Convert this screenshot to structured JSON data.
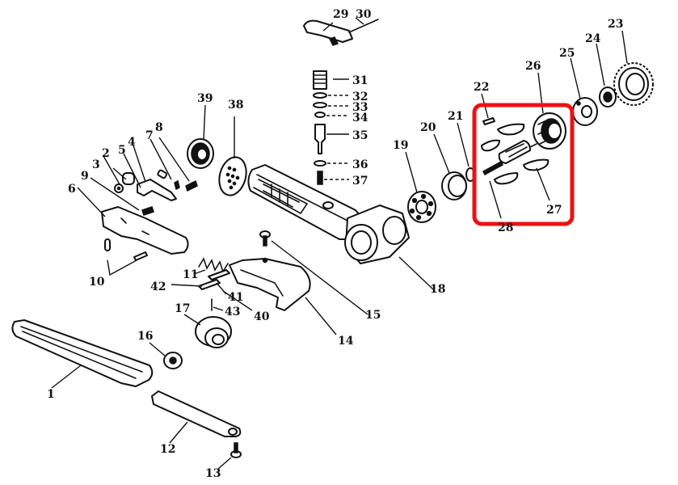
{
  "parts": [
    {
      "id": "p1",
      "label": "1"
    },
    {
      "id": "p2",
      "label": "2"
    },
    {
      "id": "p3",
      "label": "3"
    },
    {
      "id": "p4",
      "label": "4"
    },
    {
      "id": "p5",
      "label": "5"
    },
    {
      "id": "p6",
      "label": "6"
    },
    {
      "id": "p7",
      "label": "7"
    },
    {
      "id": "p8",
      "label": "8"
    },
    {
      "id": "p9",
      "label": "9"
    },
    {
      "id": "p10",
      "label": "10"
    },
    {
      "id": "p11",
      "label": "11"
    },
    {
      "id": "p12",
      "label": "12"
    },
    {
      "id": "p13",
      "label": "13"
    },
    {
      "id": "p14",
      "label": "14"
    },
    {
      "id": "p15",
      "label": "15"
    },
    {
      "id": "p16",
      "label": "16"
    },
    {
      "id": "p17",
      "label": "17"
    },
    {
      "id": "p18",
      "label": "18"
    },
    {
      "id": "p19",
      "label": "19"
    },
    {
      "id": "p20",
      "label": "20"
    },
    {
      "id": "p21",
      "label": "21"
    },
    {
      "id": "p22",
      "label": "22"
    },
    {
      "id": "p23",
      "label": "23"
    },
    {
      "id": "p24",
      "label": "24"
    },
    {
      "id": "p25",
      "label": "25"
    },
    {
      "id": "p26",
      "label": "26"
    },
    {
      "id": "p27",
      "label": "27"
    },
    {
      "id": "p28",
      "label": "28"
    },
    {
      "id": "p29",
      "label": "29"
    },
    {
      "id": "p30",
      "label": "30"
    },
    {
      "id": "p31",
      "label": "31"
    },
    {
      "id": "p32",
      "label": "32"
    },
    {
      "id": "p33",
      "label": "33"
    },
    {
      "id": "p34",
      "label": "34"
    },
    {
      "id": "p35",
      "label": "35"
    },
    {
      "id": "p36",
      "label": "36"
    },
    {
      "id": "p37",
      "label": "37"
    },
    {
      "id": "p38",
      "label": "38"
    },
    {
      "id": "p39",
      "label": "39"
    },
    {
      "id": "p40",
      "label": "40"
    },
    {
      "id": "p41",
      "label": "41"
    },
    {
      "id": "p42",
      "label": "42"
    },
    {
      "id": "p43",
      "label": "43"
    }
  ],
  "highlight": {
    "color": "#ee1111"
  }
}
